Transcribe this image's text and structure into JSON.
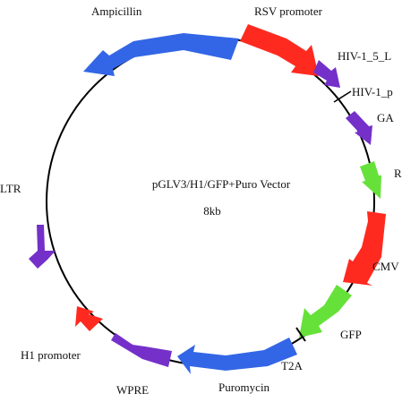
{
  "vector": {
    "name": "pGLV3/H1/GFP+Puro Vector",
    "size": "8kb"
  },
  "colors": {
    "backbone": "#000000",
    "blue": "#3366e6",
    "red": "#ff2a1f",
    "purple": "#7430c9",
    "green": "#66e13a"
  },
  "features": [
    {
      "id": "ampicillin",
      "label": "Ampicillin",
      "color": "blue"
    },
    {
      "id": "rsv",
      "label": "RSV promoter",
      "color": "red"
    },
    {
      "id": "hiv5ltr",
      "label": "HIV-1_5_L",
      "color": "purple"
    },
    {
      "id": "hivpsi",
      "label": "HIV-1_p",
      "color": "purple"
    },
    {
      "id": "gag",
      "label": "GA",
      "color": "purple"
    },
    {
      "id": "rre",
      "label": "R",
      "color": "green"
    },
    {
      "id": "cmv",
      "label": "CMV",
      "color": "red"
    },
    {
      "id": "gfp",
      "label": "GFP",
      "color": "green"
    },
    {
      "id": "t2a",
      "label": "T2A",
      "color": "backbone"
    },
    {
      "id": "puro",
      "label": "Puromycin",
      "color": "blue"
    },
    {
      "id": "wpre",
      "label": "WPRE",
      "color": "purple"
    },
    {
      "id": "h1",
      "label": "H1 promoter",
      "color": "red"
    },
    {
      "id": "ltr3",
      "label": "LTR",
      "color": "purple"
    }
  ]
}
